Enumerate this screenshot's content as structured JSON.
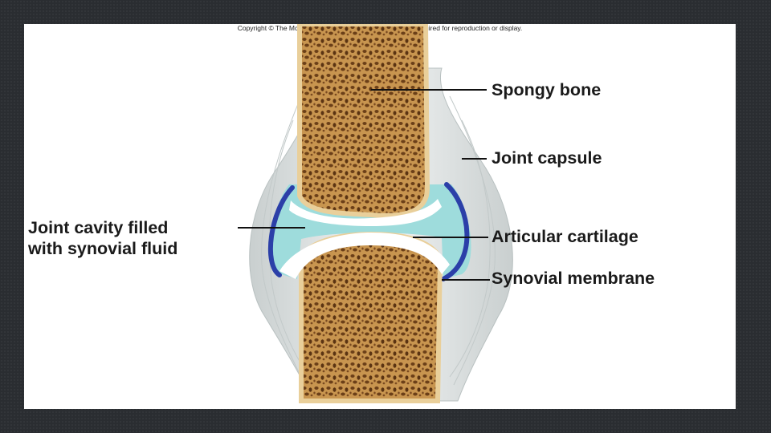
{
  "copyright": "Copyright © The McGraw-Hill Companies, Inc. Permission required for reproduction or display.",
  "labels": {
    "spongy_bone": "Spongy bone",
    "joint_capsule": "Joint capsule",
    "articular_cartilage": "Articular cartilage",
    "synovial_membrane": "Synovial membrane",
    "joint_cavity_line1": "Joint cavity filled",
    "joint_cavity_line2": "with synovial fluid"
  },
  "colors": {
    "bone": "#c8954f",
    "bone_edge": "#e9cf9a",
    "cartilage": "#ffffff",
    "synovial_fluid": "#9edcdc",
    "synovial_membrane": "#2b3fa8",
    "capsule": "#dde2e2",
    "background": "#2a2d31"
  }
}
